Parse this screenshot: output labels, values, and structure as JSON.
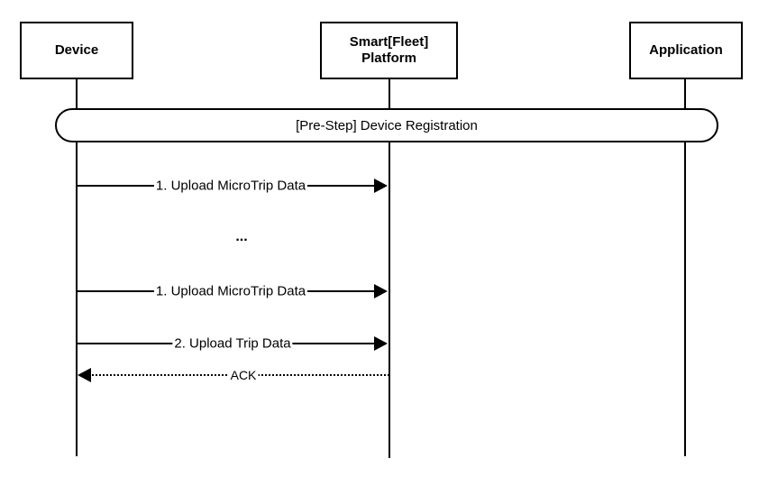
{
  "participants": {
    "device": {
      "label": "Device"
    },
    "platform": {
      "line1": "Smart[Fleet]",
      "line2": "Platform"
    },
    "application": {
      "label": "Application"
    }
  },
  "group": {
    "label": "[Pre-Step] Device Registration"
  },
  "messages": [
    {
      "label": "1. Upload MicroTrip Data",
      "from": "Device",
      "to": "Smart[Fleet] Platform",
      "style": "solid"
    },
    {
      "label": "...",
      "style": "ellipsis"
    },
    {
      "label": "1. Upload MicroTrip Data",
      "from": "Device",
      "to": "Smart[Fleet] Platform",
      "style": "solid"
    },
    {
      "label": "2. Upload Trip Data",
      "from": "Device",
      "to": "Smart[Fleet] Platform",
      "style": "solid"
    },
    {
      "label": "ACK",
      "from": "Smart[Fleet] Platform",
      "to": "Device",
      "style": "dotted"
    }
  ]
}
